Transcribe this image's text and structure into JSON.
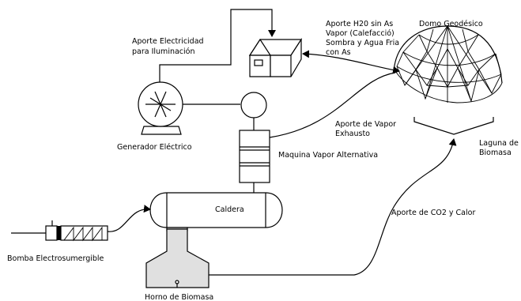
{
  "labels": {
    "aporte_electricidad": [
      "Aporte Electricidad",
      "para Iluminación"
    ],
    "aporte_h2o": [
      "Aporte H20 sin As",
      "Vapor (Calefacció)",
      "Sombra y Agua Fria",
      "con As"
    ],
    "domo": "Domo Geodésico",
    "generador": "Generador Eléctrico",
    "aporte_vapor": [
      "Aporte de Vapor",
      "Exhausto"
    ],
    "maquina_vapor": "Maquina Vapor Alternativa",
    "laguna": [
      "Laguna de",
      "Biomasa"
    ],
    "caldera": "Caldera",
    "aporte_co2": "Aporte de CO2 y Calor",
    "bomba": "Bomba Electrosumergible",
    "horno": "Horno de Biomasa"
  },
  "colors": {
    "line": "#000000",
    "horno_fill": "#e0e0e0",
    "background": "#ffffff"
  }
}
